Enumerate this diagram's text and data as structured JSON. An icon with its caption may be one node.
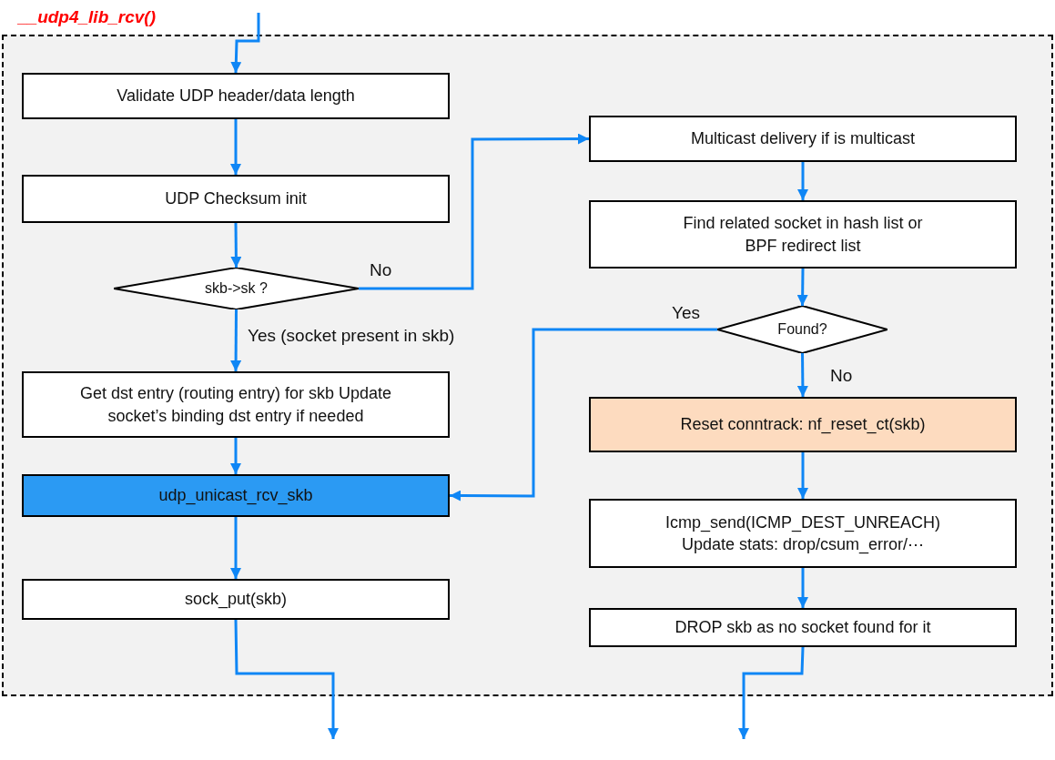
{
  "diagram": {
    "nodes": [
      {
        "text": [
          "__udp4_lib_rcv()"
        ]
      },
      {
        "text": [
          "Validate UDP header/data length"
        ],
        "in": 0
      },
      {
        "text": [
          "UDP Checksum init"
        ],
        "in": 0
      },
      {
        "text": [
          "skb->sk ?"
        ],
        "in": 0
      },
      {
        "text": [
          "Get dst entry (routing entry) for skb Update socket’s binding dst entry if needed"
        ],
        "in": 0
      },
      {
        "text": [
          "udp_unicast_rcv_skb"
        ],
        "in": 0
      },
      {
        "text": [
          "sock_put(skb)"
        ],
        "in": 0
      },
      {
        "text": [
          "Multicast delivery if is multicast"
        ],
        "in": 0
      },
      {
        "text": [
          "Find related socket in hash list or BPF redirect list"
        ],
        "in": 0
      },
      {
        "text": [
          "Found?"
        ],
        "in": 0
      },
      {
        "text": [
          "Reset conntrack: nf_reset_ct(skb)"
        ],
        "in": 0
      },
      {
        "text": [
          "Icmp_send(ICMP_DEST_UNREACH) Update stats: drop/csum_error/⋯"
        ],
        "in": 0
      },
      {
        "text": [
          "DROP skb as no socket found for it"
        ],
        "in": 0
      }
    ],
    "edges": [
      {
        "from": null,
        "to": 1,
        "arrow": "to"
      },
      {
        "from": 1,
        "to": 2,
        "arrow": "to"
      },
      {
        "from": 2,
        "to": 3,
        "arrow": "to"
      },
      {
        "from": 3,
        "to": 4,
        "arrow": "to",
        "label": "Yes (socket present in skb)"
      },
      {
        "from": 3,
        "to": 7,
        "arrow": "to",
        "label": "No"
      },
      {
        "from": 4,
        "to": 5,
        "arrow": "to"
      },
      {
        "from": 5,
        "to": 6,
        "arrow": "to"
      },
      {
        "from": 6,
        "to": null,
        "arrow": "to"
      },
      {
        "from": 7,
        "to": 8,
        "arrow": "to"
      },
      {
        "from": 8,
        "to": 9,
        "arrow": "to"
      },
      {
        "from": 9,
        "to": 5,
        "arrow": "to",
        "label": "Yes"
      },
      {
        "from": 9,
        "to": 10,
        "arrow": "to",
        "label": "No"
      },
      {
        "from": 10,
        "to": 11,
        "arrow": "to"
      },
      {
        "from": 11,
        "to": 12,
        "arrow": "to"
      },
      {
        "from": 12,
        "to": null,
        "arrow": "to"
      }
    ]
  }
}
